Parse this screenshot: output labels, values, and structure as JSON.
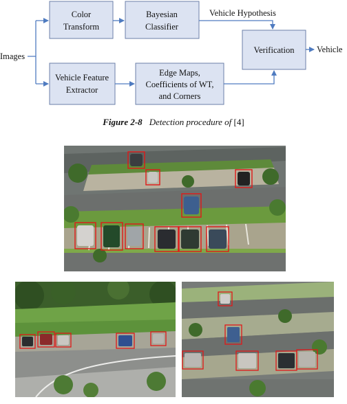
{
  "diagram": {
    "input_label": "Images",
    "output_label": "Vehicle",
    "color_transform": [
      "Color",
      "Transform"
    ],
    "bayesian_classifier": [
      "Bayesian",
      "Classifier"
    ],
    "feature_extractor": [
      "Vehicle Feature",
      "Extractor"
    ],
    "edge_maps": [
      "Edge Maps,",
      "Coefficients of WT,",
      "and Corners"
    ],
    "verification": "Verification",
    "hypothesis_label": "Vehicle Hypothesis"
  },
  "caption": {
    "number": "Figure 2-8",
    "text_prefix": "Detection procedure of ",
    "citation": "[4]"
  },
  "colors": {
    "box_fill": "#dce3f2",
    "arrow": "#4f7bc0",
    "detection_box": "#e01818"
  },
  "photos": {
    "count": 3
  }
}
